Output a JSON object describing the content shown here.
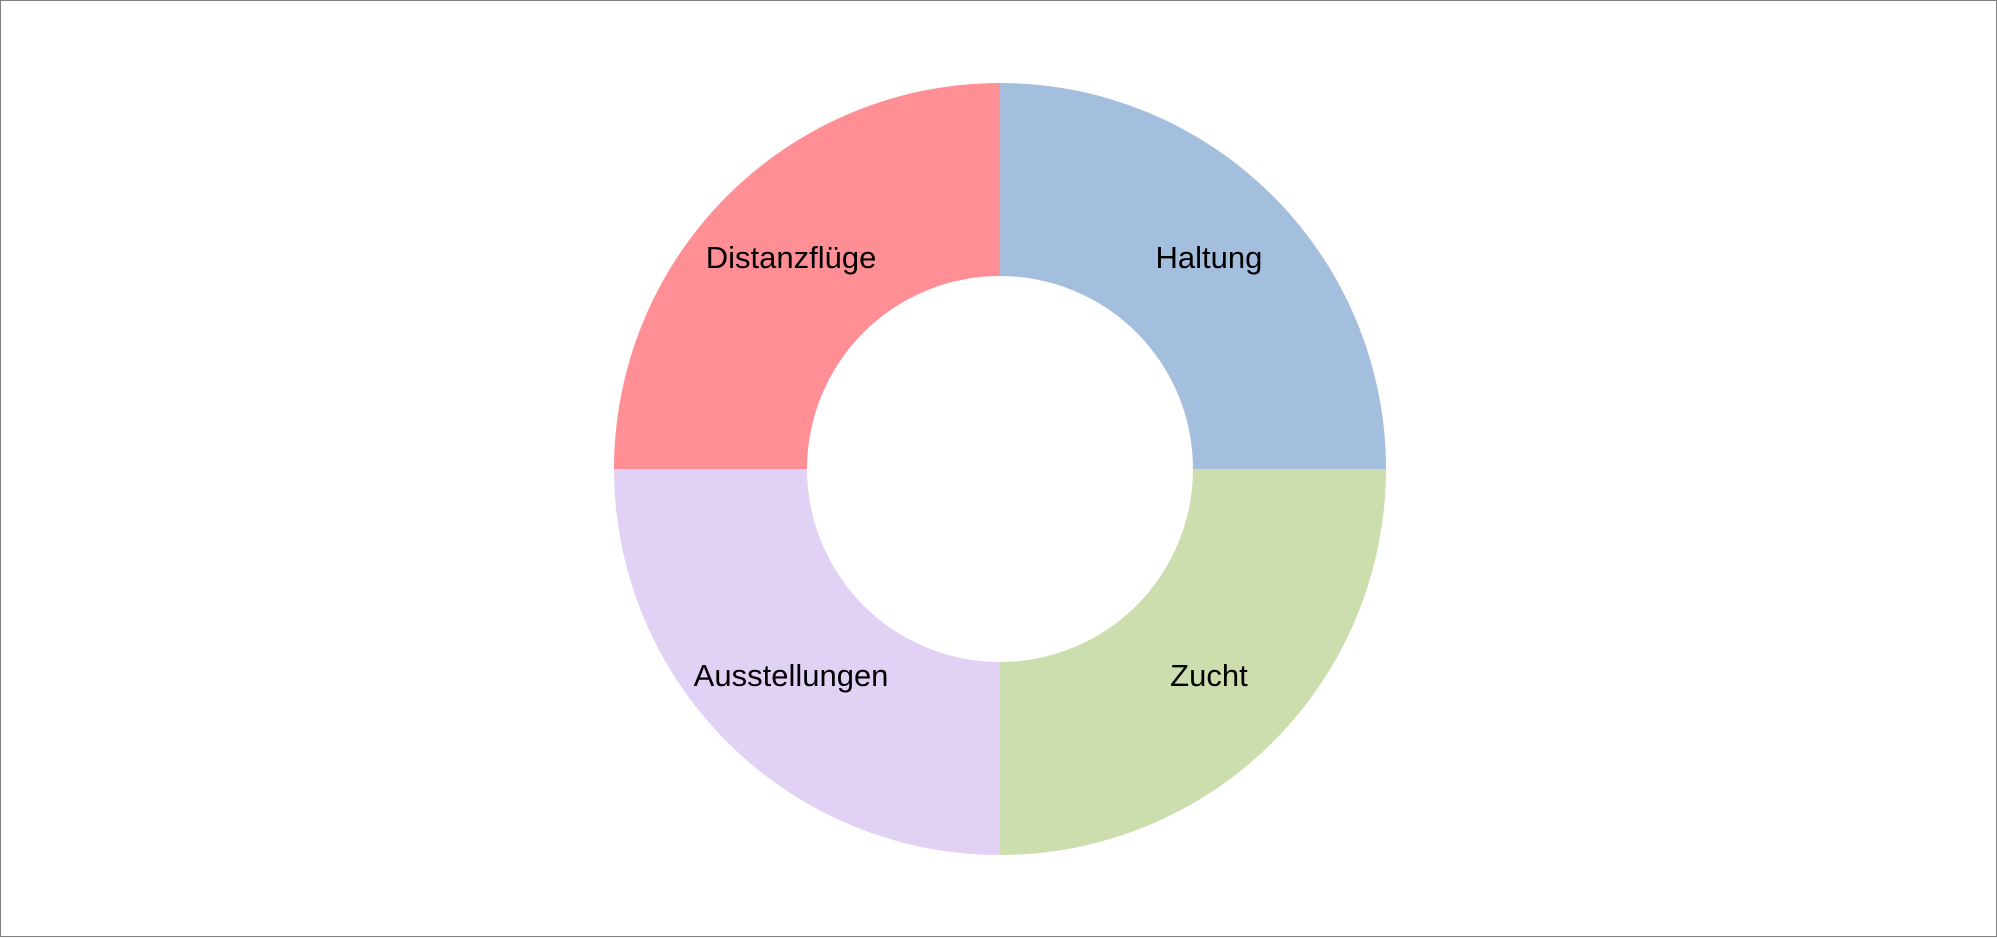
{
  "chart_data": {
    "type": "pie",
    "variant": "donut",
    "title": "",
    "categories": [
      "Haltung",
      "Zucht",
      "Ausstellungen",
      "Distanzflüge"
    ],
    "values": [
      25,
      25,
      25,
      25
    ],
    "colors": [
      "#a4bedd",
      "#cddeae",
      "#e1d1f4",
      "#ff8f94"
    ],
    "start_angle_deg": 0,
    "direction": "clockwise",
    "legend": "none",
    "data_labels": "category names inside slices"
  }
}
